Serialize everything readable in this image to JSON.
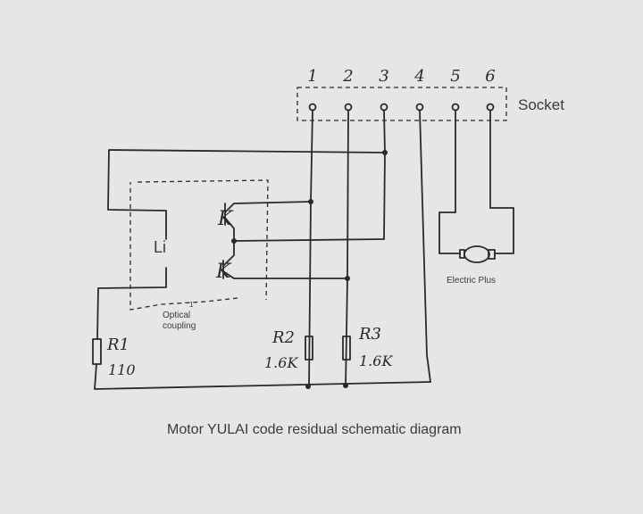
{
  "caption": "Motor YULAI code residual schematic diagram",
  "socket": {
    "label": "Socket",
    "pins": [
      "1",
      "2",
      "3",
      "4",
      "5",
      "6"
    ]
  },
  "coupler": {
    "led_label": "Li",
    "label_line1": "Optical",
    "label_line2": "coupling",
    "marker": "1",
    "transistor_mark_top": "K",
    "transistor_mark_bottom": "K"
  },
  "resistors": [
    {
      "name": "R1",
      "value": "110"
    },
    {
      "name": "R2",
      "value": "1.6K"
    },
    {
      "name": "R3",
      "value": "1.6K"
    }
  ],
  "device": {
    "label": "Electric Plus"
  },
  "colors": {
    "background": "#e6e6e6",
    "ink": "#2a2a2a"
  }
}
